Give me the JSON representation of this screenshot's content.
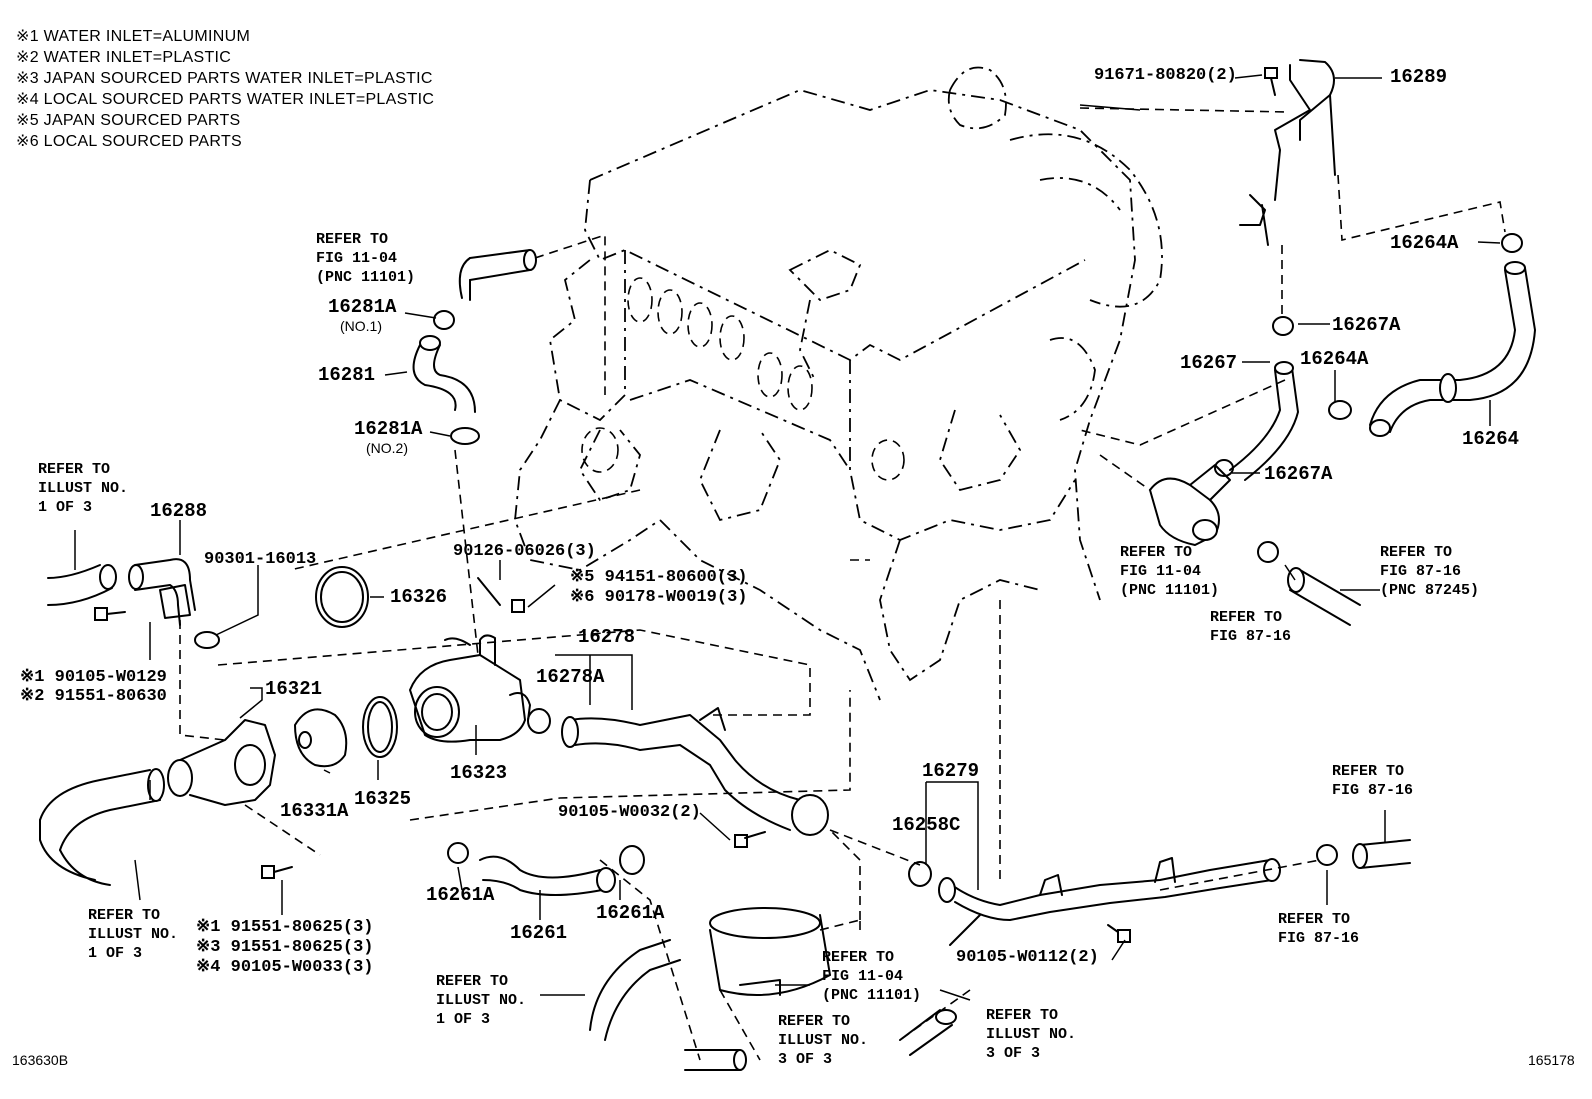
{
  "notes": [
    "※1 WATER INLET=ALUMINUM",
    "※2 WATER INLET=PLASTIC",
    "※3 JAPAN SOURCED PARTS WATER INLET=PLASTIC",
    "※4 LOCAL SOURCED PARTS WATER INLET=PLASTIC",
    "※5 JAPAN SOURCED PARTS",
    "※6 LOCAL SOURCED PARTS"
  ],
  "parts": {
    "p16289": "16289",
    "p91671": "91671-80820(2)",
    "p16264A_top": "16264A",
    "p16267A_top": "16267A",
    "p16267": "16267",
    "p16264A_mid": "16264A",
    "p16264": "16264",
    "p16267A_low": "16267A",
    "p16281A_1": "16281A",
    "p16281A_1_sub": "(NO.1)",
    "p16281": "16281",
    "p16281A_2": "16281A",
    "p16281A_2_sub": "(NO.2)",
    "p16288": "16288",
    "p90301": "90301-16013",
    "p16326": "16326",
    "p90126": "90126-06026(3)",
    "p94151": "※5 94151-80600(3)",
    "p90178": "※6 90178-W0019(3)",
    "p16278": "16278",
    "p16278A": "16278A",
    "p90105_w0129": "※1 90105-W0129",
    "p91551_80630": "※2 91551-80630",
    "p16321": "16321",
    "p16323": "16323",
    "p16331A": "16331A",
    "p16325": "16325",
    "p16279": "16279",
    "p16258C": "16258C",
    "p90105_w0032": "90105-W0032(2)",
    "p16261A_l": "16261A",
    "p16261": "16261",
    "p16261A_r": "16261A",
    "p91551_80625_1": "※1 91551-80625(3)",
    "p91551_80625_3": "※3 91551-80625(3)",
    "p90105_w0033": "※4 90105-W0033(3)",
    "p90105_w0112": "90105-W0112(2)"
  },
  "refs": {
    "fig1104_top": [
      "REFER TO",
      "FIG 11-04",
      "(PNC 11101)"
    ],
    "illust1_left": [
      "REFER TO",
      "ILLUST NO.",
      "1 OF 3"
    ],
    "fig1104_right": [
      "REFER TO",
      "FIG 11-04",
      "(PNC 11101)"
    ],
    "fig8716_a": [
      "REFER TO",
      "FIG 87-16"
    ],
    "fig8716_b": [
      "REFER TO",
      "FIG 87-16",
      "(PNC 87245)"
    ],
    "fig8716_c": [
      "REFER TO",
      "FIG 87-16"
    ],
    "fig8716_d": [
      "REFER TO",
      "FIG 87-16"
    ],
    "illust1_mid": [
      "REFER TO",
      "ILLUST NO.",
      "1 OF 3"
    ],
    "illust1_bottom": [
      "REFER TO",
      "ILLUST NO.",
      "1 OF 3"
    ],
    "fig1104_bottom": [
      "REFER TO",
      "FIG 11-04",
      "(PNC 11101)"
    ],
    "illust3_a": [
      "REFER TO",
      "ILLUST NO.",
      "3 OF 3"
    ],
    "illust3_b": [
      "REFER TO",
      "ILLUST NO.",
      "3 OF 3"
    ]
  },
  "corners": {
    "left": "163630B",
    "right": "165178"
  }
}
